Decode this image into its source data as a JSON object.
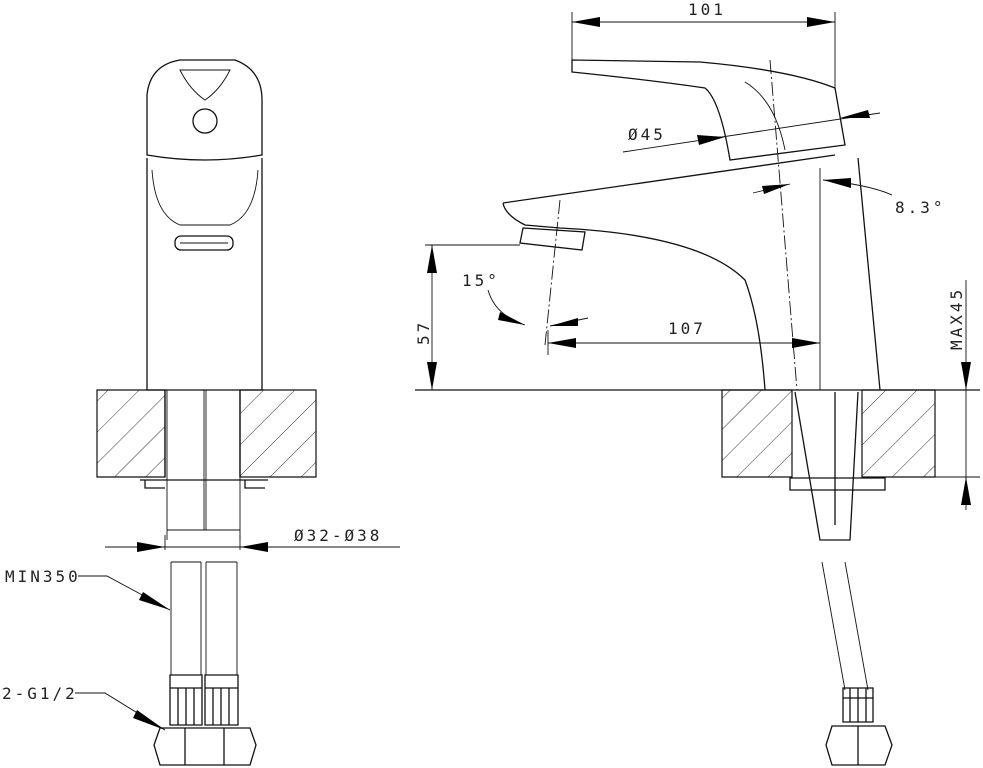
{
  "drawing": {
    "front_view": {
      "hole_diameter_label": "Ø32-Ø38",
      "hose_length_label": "MIN350",
      "connector_label": "2-G1/2"
    },
    "side_view": {
      "overall_length_label": "101",
      "lever_diameter_label": "Ø45",
      "body_angle_label": "8.3°",
      "spout_angle_label": "15°",
      "spout_height_label": "57",
      "spout_reach_label": "107",
      "counter_thickness_label": "MAX45"
    },
    "colors": {
      "line": "#111111",
      "background": "#ffffff"
    }
  }
}
